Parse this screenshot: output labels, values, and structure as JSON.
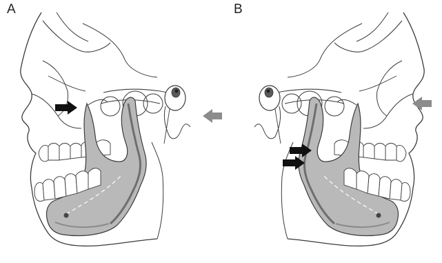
{
  "panels": [
    {
      "label": "A",
      "facing": "left"
    },
    {
      "label": "B",
      "facing": "right"
    }
  ],
  "colors": {
    "outline": "#3a3a3a",
    "mandible_fill": "#b9b9b9",
    "mandible_edge": "#8a8a8a",
    "arrow_black": "#111111",
    "arrow_gray": "#8c8c8c",
    "tooth_fill": "#ffffff"
  },
  "arrows": {
    "A": {
      "black": 1,
      "gray": 1
    },
    "B": {
      "black": 2,
      "gray": 1
    }
  }
}
